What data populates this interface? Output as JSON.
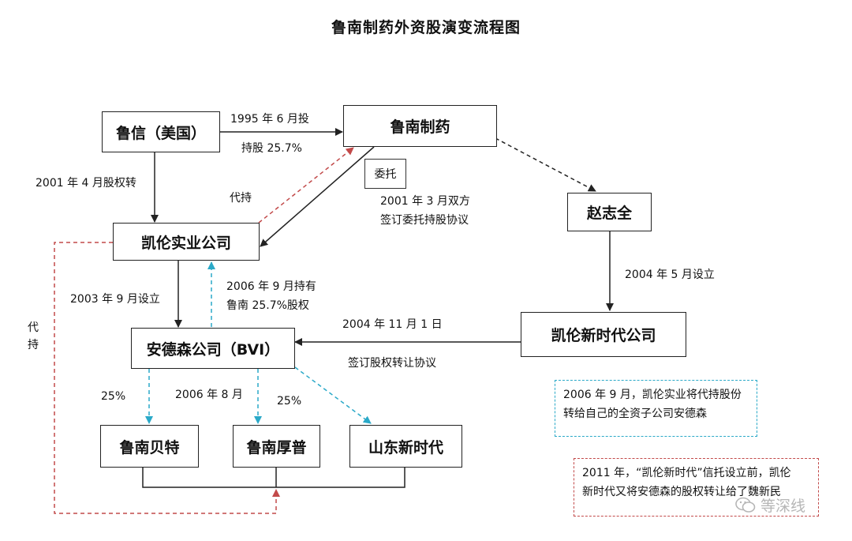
{
  "title": "鲁南制药外资股演变流程图",
  "nodes": {
    "luxin_us": "鲁信（美国）",
    "lunan_pharma": "鲁南制药",
    "zhao_zhiquan": "赵志全",
    "kailun_industry": "凯伦实业公司",
    "kailun_new_era": "凯伦新时代公司",
    "andesen": "安德森公司（BVI）",
    "lunan_beite": "鲁南贝特",
    "lunan_houpu": "鲁南厚普",
    "shandong_new_era": "山东新时代"
  },
  "labels": {
    "invest_1995_line1": "1995 年 6 月投",
    "invest_1995_line2": "持股 25.7%",
    "transfer_2001": "2001 年 4 月股权转",
    "daichi_top": "代持",
    "entrust_box": "委托",
    "entrust_2001_line1": "2001 年 3 月双方",
    "entrust_2001_line2": "签订委托持股协议",
    "setup_2004": "2004 年 5 月设立",
    "setup_2003": "2003 年 9 月设立",
    "hold_2006_line1": "2006 年 9 月持有",
    "hold_2006_line2": "鲁南 25.7%股权",
    "transfer_2004_line1": "2004 年 11 月 1 日",
    "transfer_2004_line2": "签订股权转让协议",
    "daichi_left": "代持",
    "pct_left": "25%",
    "date_2006_8": "2006 年 8 月",
    "pct_mid": "25%"
  },
  "notes": {
    "blue_line1": "2006 年 9 月，凯伦实业将代持股份",
    "blue_line2": "转给自己的全资子公司安德森",
    "red_line1": "2011 年，“凯伦新时代”信托设立前，凯伦",
    "red_line2": "新时代又将安德森的股权转让给了魏新民"
  },
  "watermark": "等深线",
  "colors": {
    "solid": "#222222",
    "red_dashed": "#c24a4a",
    "blue_dashed": "#2aa9c8"
  }
}
